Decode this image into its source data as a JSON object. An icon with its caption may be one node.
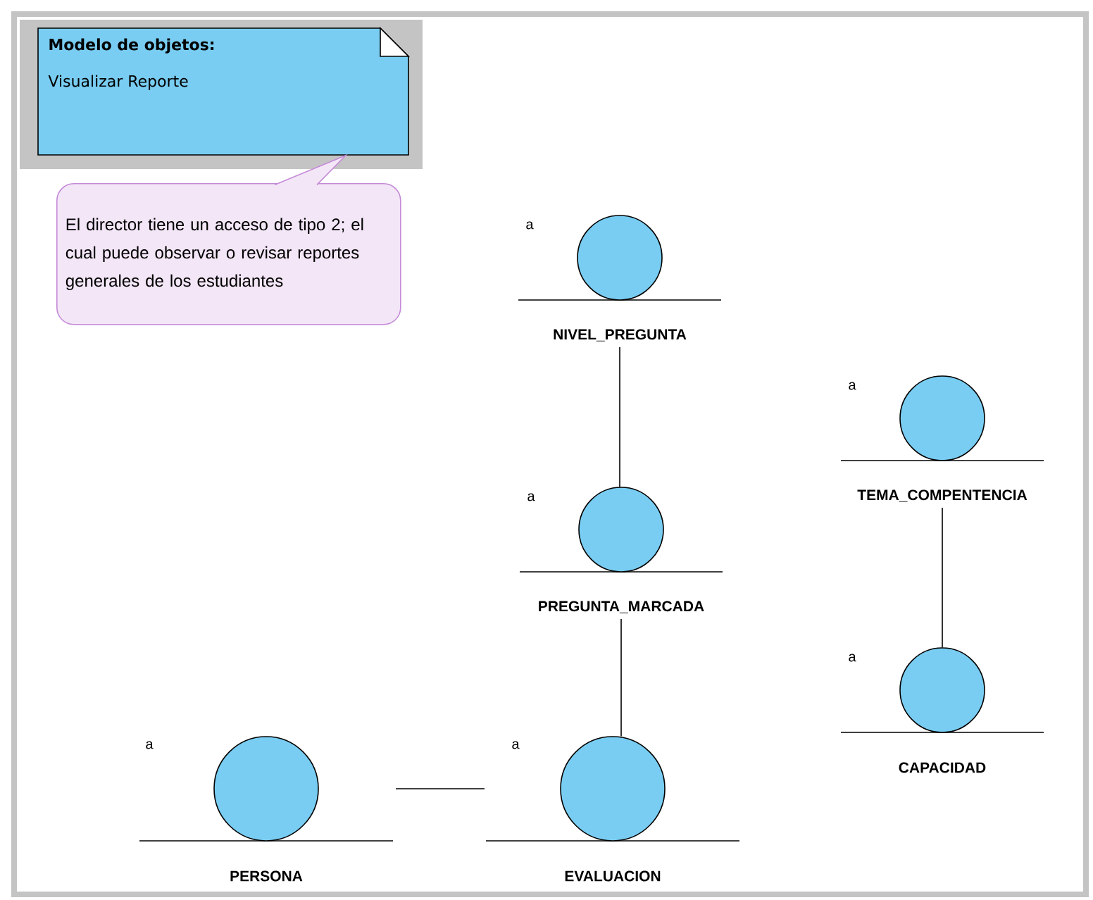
{
  "diagram": {
    "nodes": [
      {
        "text": [
          "Modelo de objetos:",
          "Visualizar Reporte"
        ]
      },
      {
        "text": [
          "El director tiene un acceso de tipo 2; el cual puede observar o revisar reportes generales de los estudiantes"
        ]
      },
      {
        "text": [
          "a",
          "NIVEL_PREGUNTA"
        ]
      },
      {
        "text": [
          "a",
          "TEMA_COMPENTENCIA"
        ]
      },
      {
        "text": [
          "a",
          "PREGUNTA_MARCADA"
        ]
      },
      {
        "text": [
          "a",
          "CAPACIDAD"
        ]
      },
      {
        "text": [
          "a",
          "PERSONA"
        ]
      },
      {
        "text": [
          "a",
          "EVALUACION"
        ]
      }
    ],
    "edges": [
      {
        "from": 1,
        "to": 0,
        "arrow": "none",
        "color": "#c58ad8"
      },
      {
        "from": 2,
        "to": 4,
        "arrow": "none"
      },
      {
        "from": 4,
        "to": 7,
        "arrow": "none"
      },
      {
        "from": 6,
        "to": 7,
        "arrow": "none"
      },
      {
        "from": 3,
        "to": 5,
        "arrow": "none"
      }
    ]
  }
}
